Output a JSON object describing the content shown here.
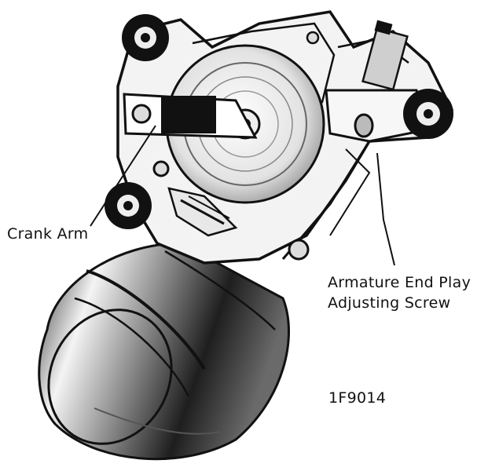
{
  "labels": {
    "crank_arm": "Crank Arm",
    "adjusting_screw_line1": "Armature End Play",
    "adjusting_screw_line2": "Adjusting Screw",
    "figure_id": "1F9014"
  },
  "colors": {
    "ink": "#111111",
    "paper": "#ffffff",
    "metal_light": "#e9e9e9",
    "metal_mid": "#bdbdbd"
  }
}
